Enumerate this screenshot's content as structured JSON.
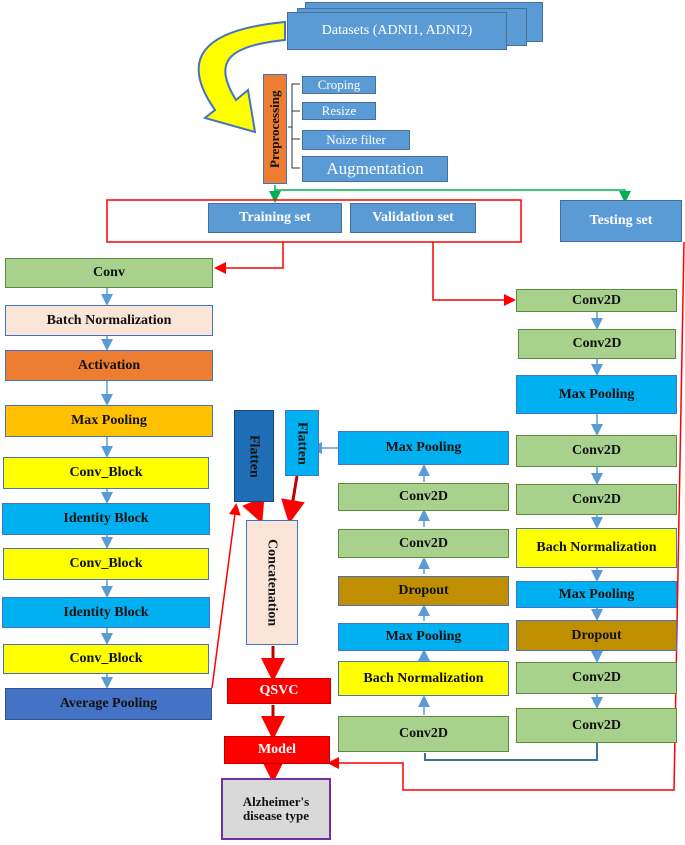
{
  "datasets": "Datasets (ADNI1, ADNI2)",
  "preprocessing": {
    "title": "Preprocessing",
    "items": [
      "Croping",
      "Resize",
      "Noize filter",
      "Augmentation"
    ]
  },
  "splits": {
    "training": "Training set",
    "validation": "Validation set",
    "testing": "Testing set"
  },
  "resnet": [
    "Conv",
    "Batch Normalization",
    "Activation",
    "Max Pooling",
    "Conv_Block",
    "Identity Block",
    "Conv_Block",
    "Identity Block",
    "Conv_Block",
    "Average Pooling"
  ],
  "cnn_right": [
    "Conv2D",
    "Conv2D",
    "Max Pooling",
    "Conv2D",
    "Conv2D",
    "Bach Normalization",
    "Max Pooling",
    "Dropout",
    "Conv2D",
    "Conv2D"
  ],
  "cnn_middle": [
    "Conv2D",
    "Bach Normalization",
    "Max Pooling",
    "Dropout",
    "Conv2D",
    "Conv2D",
    "Max Pooling"
  ],
  "flatten_left": "Flatten",
  "flatten_right": "Flatten",
  "concatenation": "Concatenation",
  "qsvc": "QSVC",
  "model": "Model",
  "output": "Alzheimer's disease type",
  "colors": {
    "green": "#a9d18e",
    "peach": "#fbe5d6",
    "orange": "#ed7d31",
    "amber": "#ffc000",
    "yellow": "#ffff00",
    "cyan": "#00b0f0",
    "blue": "#4472c4",
    "brown": "#bf8f00",
    "red": "#ff0000",
    "steel": "#5b9bd5",
    "arrow_blue": "#5b9bd5",
    "arrow_green": "#00b050"
  }
}
